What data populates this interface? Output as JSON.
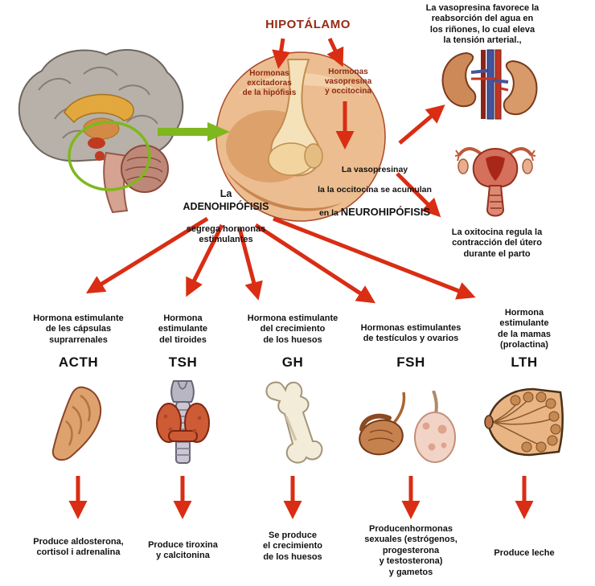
{
  "colors": {
    "arrow_red": "#d92d14",
    "arrow_green": "#7fb71e",
    "title_maroon": "#952a14",
    "label_dark_red": "#8e2a12"
  },
  "title": "HIPOTÁLAMO",
  "pituitary": {
    "excitatory_label": "Hormonas\nexcitadoras\nde la hipófisis",
    "vasopressin_label": "Hormonas\nvasopresina\ny occitocina",
    "neuro_line1": "La vasopresinay",
    "neuro_line2": "la la occitocina se acumulan",
    "neuro_prefix": "en la ",
    "neuro_name": "NEUROHIPÓFISIS",
    "adeno_name": "La ADENOHIPÓFISIS",
    "adeno_rest": "segrega hormonas\nestimulantes"
  },
  "right_notes": {
    "vasopressin_effect": "La vasopresina favorece la\nreabsorción del agua en\nlos riñones, lo cual eleva\nla tensión arterial.,",
    "oxytocin_effect": "La oxitocina regula la\ncontracción del útero\ndurante el parto"
  },
  "columns": [
    {
      "header": "Hormona estimulante\nde les cápsulas\nsuprarrenales",
      "acronym": "ACTH",
      "organ": "adrenal-gland",
      "result": "Produce aldosterona,\ncortisol i adrenalina"
    },
    {
      "header": "Hormona\nestimulante\ndel tiroides",
      "acronym": "TSH",
      "organ": "thyroid",
      "result": "Produce tiroxina\ny calcitonina"
    },
    {
      "header": "Hormona estimulante\ndel crecimiento\nde los huesos",
      "acronym": "GH",
      "organ": "bone",
      "result": "Se produce\nel crecimiento\nde los huesos"
    },
    {
      "header": "Hormonas estimulantes\nde testículos y ovarios",
      "acronym": "FSH",
      "organ": "testis-and-ovary",
      "result": "Producenhormonas\nsexuales (estrógenos,\nprogesterona\ny testosterona)\ny gametos"
    },
    {
      "header": "Hormona\nestimulante\nde la mamas\n(prolactina)",
      "acronym": "LTH",
      "organ": "breast",
      "result": "Produce leche"
    }
  ],
  "illustrations": {
    "brain": "brain-illustration",
    "pituitary": "pituitary-illustration",
    "kidneys": "kidneys-illustration",
    "uterus": "uterus-illustration",
    "adrenal": "adrenal-gland-illustration",
    "thyroid": "thyroid-illustration",
    "bone": "bone-illustration",
    "gonads": "testis-ovary-illustration",
    "breast": "breast-illustration"
  }
}
